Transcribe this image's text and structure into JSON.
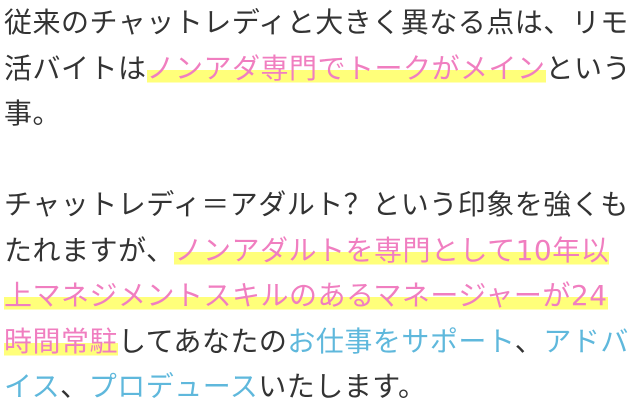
{
  "article": {
    "paragraphs": [
      {
        "segments": [
          {
            "text": "従来のチャットレディと大きく異なる点は、リモ活バイトは",
            "style": "plain"
          },
          {
            "text": "ノンアダ専門でトークがメイン",
            "style": "pink-marker"
          },
          {
            "text": "という事。",
            "style": "plain"
          }
        ]
      },
      {
        "segments": [
          {
            "text": "チャットレディ＝アダルト？という印象を強くもたれますが、",
            "style": "plain"
          },
          {
            "text": "ノンアダルトを専門として10年以上マネジメントスキルのあるマネージャーが24時間常駐",
            "style": "pink-marker"
          },
          {
            "text": "してあなたの",
            "style": "plain"
          },
          {
            "text": "お仕事をサポート",
            "style": "blue"
          },
          {
            "text": "、",
            "style": "plain"
          },
          {
            "text": "アドバイス",
            "style": "blue"
          },
          {
            "text": "、",
            "style": "plain"
          },
          {
            "text": "プロデュース",
            "style": "blue"
          },
          {
            "text": "いたします。",
            "style": "plain"
          }
        ]
      }
    ]
  },
  "colors": {
    "text": "#333333",
    "pink": "#f07ec0",
    "blue": "#5fb8dc",
    "marker": "#ffff7a"
  }
}
